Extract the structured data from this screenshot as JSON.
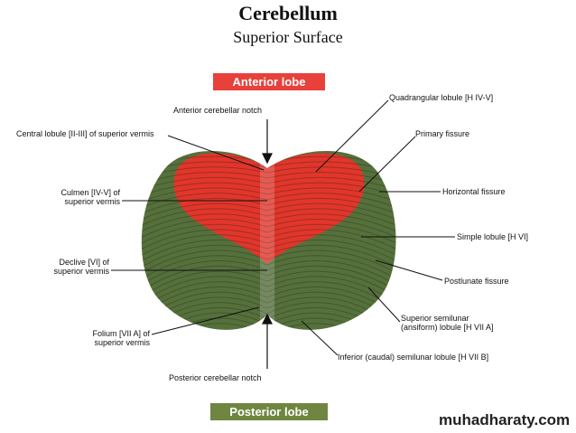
{
  "title": "Cerebellum",
  "subtitle": "Superior Surface",
  "colors": {
    "anterior": "#e2352b",
    "anterior_box": "#e8403a",
    "posterior": "#56703c",
    "posterior_box": "#6f8640"
  },
  "lobes": {
    "anterior": "Anterior lobe",
    "posterior": "Posterior lobe"
  },
  "labels": {
    "anterior_notch": "Anterior cerebellar notch",
    "quadrangular": "Quadrangular lobule [H IV-V]",
    "central_lobule": "Central lobule [II-III] of superior vermis",
    "primary_fissure": "Primary fissure",
    "culmen_1": "Culmen [IV-V] of",
    "culmen_2": "superior vermis",
    "horizontal_fissure": "Horizontal fissure",
    "simple_lobule": "Simple lobule [H VI]",
    "declive_1": "Declive [VI] of",
    "declive_2": "superior vermis",
    "postlunate": "Postlunate fissure",
    "superior_semilunar_1": "Superior semilunar",
    "superior_semilunar_2": "(ansiform) lobule [H VII A]",
    "folium_1": "Folium [VII A] of",
    "folium_2": "superior vermis",
    "inferior_semilunar": "Inferior (caudal) semilunar lobule [H VII B]",
    "posterior_notch": "Posterior cerebellar notch"
  },
  "watermark": "muhadharaty.com"
}
